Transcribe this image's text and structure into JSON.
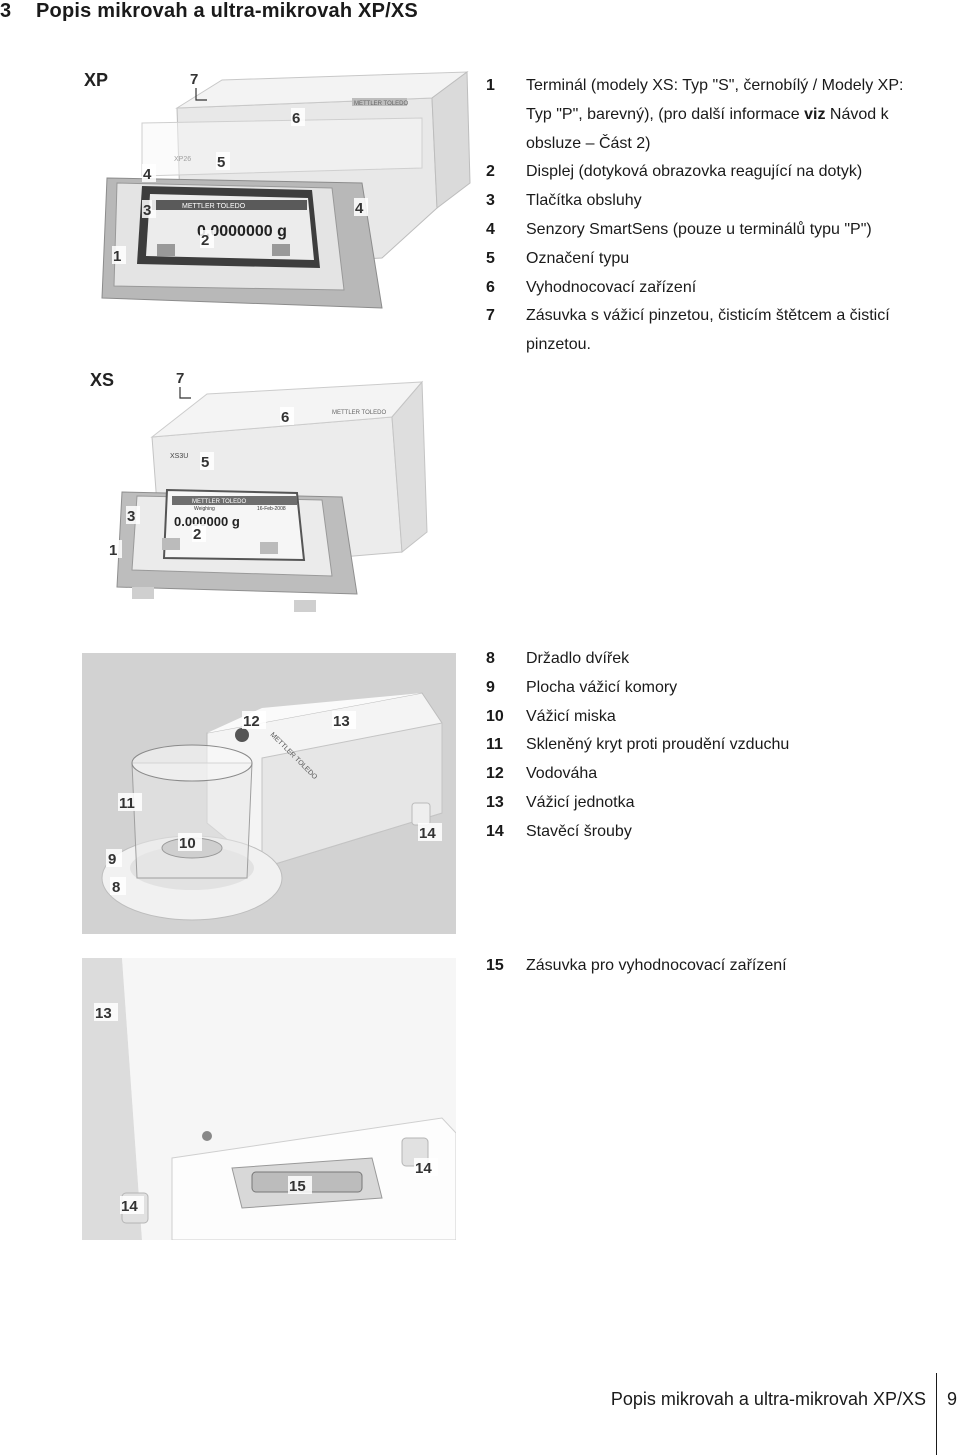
{
  "section": {
    "number": "3",
    "title": "Popis mikrovah a ultra-mikrovah XP/XS"
  },
  "figures": {
    "xp": {
      "model_label": "XP",
      "callouts": [
        "1",
        "2",
        "3",
        "4",
        "4",
        "5",
        "6",
        "7"
      ],
      "screen_label": "XP26",
      "brand": "METTLER TOLEDO",
      "display_value": "0.0000000 g"
    },
    "xs": {
      "model_label": "XS",
      "callouts": [
        "1",
        "2",
        "3",
        "5",
        "6",
        "7"
      ],
      "screen_label": "XS3U",
      "brand": "METTLER TOLEDO",
      "display_value": "0.000000 g",
      "screen_title": "Weighing",
      "screen_date": "16-Feb-2008"
    },
    "chamber": {
      "callouts": [
        "8",
        "9",
        "10",
        "11",
        "12",
        "13",
        "14"
      ],
      "brand": "METTLER TOLEDO"
    },
    "rear": {
      "callouts": [
        "13",
        "14",
        "14",
        "15"
      ]
    }
  },
  "legend_top": [
    {
      "n": "1",
      "parts": [
        {
          "text": "Terminál (modely XS: Typ \"S\", černobílý / Modely XP: Typ \"P\", barevný), (pro další informace "
        },
        {
          "text": "viz",
          "bold": true
        },
        {
          "text": " Návod k obsluze – Část 2)"
        }
      ]
    },
    {
      "n": "2",
      "parts": [
        {
          "text": "Displej (dotyková obrazovka reagující na dotyk)"
        }
      ]
    },
    {
      "n": "3",
      "parts": [
        {
          "text": "Tlačítka obsluhy"
        }
      ]
    },
    {
      "n": "4",
      "parts": [
        {
          "text": "Senzory SmartSens (pouze u terminálů typu \"P\")"
        }
      ]
    },
    {
      "n": "5",
      "parts": [
        {
          "text": "Označení typu"
        }
      ]
    },
    {
      "n": "6",
      "parts": [
        {
          "text": "Vyhodnocovací zařízení"
        }
      ]
    },
    {
      "n": "7",
      "parts": [
        {
          "text": "Zásuvka s vážicí pinzetou, čisticím štětcem a čisticí pinzetou."
        }
      ]
    }
  ],
  "legend_mid": [
    {
      "n": "8",
      "text": "Držadlo dvířek"
    },
    {
      "n": "9",
      "text": "Plocha vážicí komory"
    },
    {
      "n": "10",
      "text": "Vážicí miska"
    },
    {
      "n": "11",
      "text": "Skleněný kryt proti proudění vzduchu"
    },
    {
      "n": "12",
      "text": "Vodováha"
    },
    {
      "n": "13",
      "text": "Vážicí jednotka"
    },
    {
      "n": "14",
      "text": "Stavěcí šrouby"
    }
  ],
  "legend_bottom": [
    {
      "n": "15",
      "text": "Zásuvka pro vyhodnocovací zařízení"
    }
  ],
  "footer": {
    "title": "Popis mikrovah a ultra-mikrovah XP/XS",
    "page": "9"
  }
}
